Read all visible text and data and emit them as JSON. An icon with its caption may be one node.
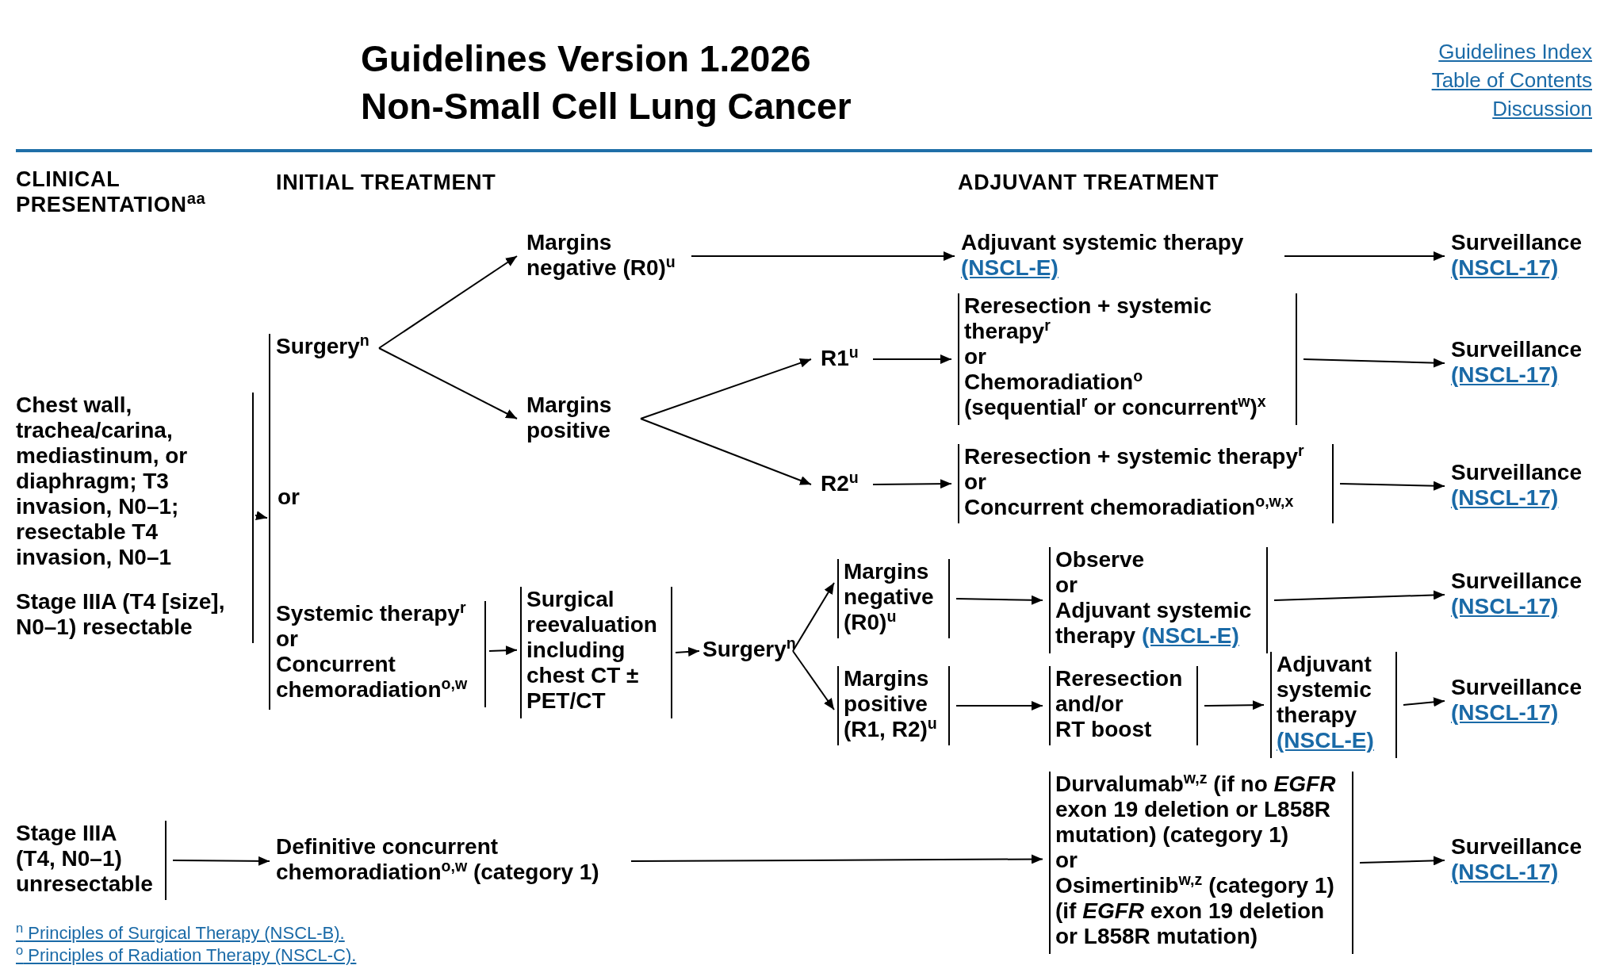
{
  "diagram": {
    "title": "Guidelines Version 1.2026",
    "nodes": [
      {
        "text": [
          "Chest wall, trachea/carina, mediastinum, or diaphragm; T3 invasion, N0–1; resectable T4 invasion, N0–1",
          "Stage IIIA (T4 [size], N0–1) resectable"
        ]
      },
      {
        "text": [
          "or"
        ]
      },
      {
        "text": [
          "Surgery$^{n}$"
        ],
        "in": 1
      },
      {
        "text": [
          "Systemic therapy$^{r}$",
          "or",
          "Concurrent chemoradiation$^{o,w}$"
        ],
        "in": 1
      },
      {
        "text": [
          "Margins negative (R0)$^{u}$"
        ]
      },
      {
        "text": [
          "Margins positive"
        ]
      },
      {
        "text": [
          "Adjuvant systemic therapy",
          "(NSCL-E)"
        ]
      },
      {
        "text": [
          "Surveillance",
          "(NSCL-17)"
        ]
      },
      {
        "text": [
          "R1$^{u}$"
        ]
      },
      {
        "text": [
          "Reresection + systemic therapy$^{r}$",
          "or",
          "Chemoradiation$^{o}$",
          "(sequential$^{r}$ or concurrent$^{w}$)$^{x}$"
        ]
      },
      {
        "text": [
          "Surveillance",
          "(NSCL-17)"
        ]
      },
      {
        "text": [
          "R2$^{u}$"
        ]
      },
      {
        "text": [
          "Reresection + systemic therapy$^{r}$",
          "or",
          "Concurrent chemoradiation$^{o,w,x}$"
        ]
      },
      {
        "text": [
          "Surveillance",
          "(NSCL-17)"
        ]
      },
      {
        "text": [
          "Surgical reevaluation including chest CT ± PET/CT"
        ]
      },
      {
        "text": [
          "Surgery$^{n}$"
        ]
      },
      {
        "text": [
          "Margins negative (R0)$^{u}$"
        ]
      },
      {
        "text": [
          "Margins positive (R1, R2)$^{u}$"
        ]
      },
      {
        "text": [
          "Observe",
          "or",
          "Adjuvant systemic therapy",
          "(NSCL-E)"
        ]
      },
      {
        "text": [
          "Surveillance",
          "(NSCL-17)"
        ]
      },
      {
        "text": [
          "Reresection",
          "and/or",
          "RT boost"
        ]
      },
      {
        "text": [
          "Adjuvant systemic therapy",
          "(NSCL-E)"
        ]
      },
      {
        "text": [
          "Surveillance",
          "(NSCL-17)"
        ]
      },
      {
        "text": [
          "Stage IIIA (T4, N0–1) unresectable"
        ]
      },
      {
        "text": [
          "Definitive concurrent chemoradiation$^{o,w}$ (category 1)"
        ]
      },
      {
        "text": [
          "Durvalumab$^{w,z}$ (if no *EGFR* exon 19 deletion or L858R mutation) (category 1)",
          "or",
          "Osimertinib$^{w,z}$ (category 1) (if *EGFR* exon 19 deletion or L858R mutation)"
        ]
      },
      {
        "text": [
          "Surveillance",
          "(NSCL-17)"
        ]
      }
    ],
    "edges": [
      {
        "from": 0,
        "to": 1,
        "arrow": "to"
      },
      {
        "from": 2,
        "to": 4,
        "arrow": "to"
      },
      {
        "from": 2,
        "to": 5,
        "arrow": "to"
      },
      {
        "from": 4,
        "to": 6,
        "arrow": "to"
      },
      {
        "from": 6,
        "to": 7,
        "arrow": "to"
      },
      {
        "from": 5,
        "to": 8,
        "arrow": "to"
      },
      {
        "from": 5,
        "to": 11,
        "arrow": "to"
      },
      {
        "from": 8,
        "to": 9,
        "arrow": "to"
      },
      {
        "from": 9,
        "to": 10,
        "arrow": "to"
      },
      {
        "from": 11,
        "to": 12,
        "arrow": "to"
      },
      {
        "from": 12,
        "to": 13,
        "arrow": "to"
      },
      {
        "from": 3,
        "to": 14,
        "arrow": "to"
      },
      {
        "from": 14,
        "to": 15,
        "arrow": "to"
      },
      {
        "from": 15,
        "to": 16,
        "arrow": "to"
      },
      {
        "from": 15,
        "to": 17,
        "arrow": "to"
      },
      {
        "from": 16,
        "to": 18,
        "arrow": "to"
      },
      {
        "from": 18,
        "to": 19,
        "arrow": "to"
      },
      {
        "from": 17,
        "to": 20,
        "arrow": "to"
      },
      {
        "from": 20,
        "to": 21,
        "arrow": "to"
      },
      {
        "from": 21,
        "to": 22,
        "arrow": "to"
      },
      {
        "from": 23,
        "to": 24,
        "arrow": "to"
      },
      {
        "from": 24,
        "to": 25,
        "arrow": "to"
      },
      {
        "from": 25,
        "to": 26,
        "arrow": "to"
      }
    ],
    "labels": [
      "Non-Small Cell Lung Cancer",
      "Guidelines Index",
      "Table of Contents",
      "Discussion",
      "CLINICAL PRESENTATION$^{aa}$",
      "INITIAL TREATMENT",
      "ADJUVANT TREATMENT",
      "$^{n}$ Principles of Surgical Therapy (NSCL-B).",
      "$^{o}$ Principles of Radiation Therapy (NSCL-C)."
    ]
  }
}
